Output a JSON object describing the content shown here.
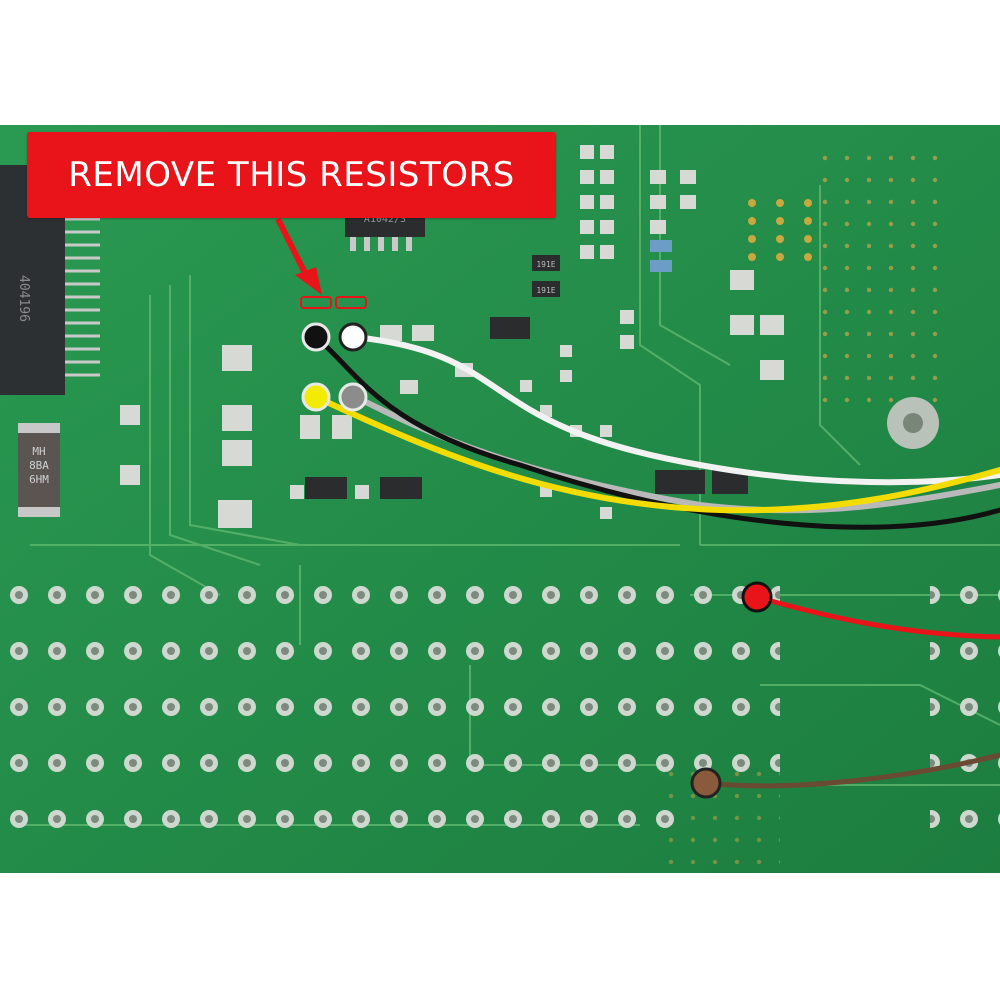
{
  "callout": {
    "text": "REMOVE THIS RESISTORS",
    "color": "#e8141a"
  },
  "chips": {
    "main_ic": "404196",
    "top_ic": "A1042/3",
    "mid_left": "191E",
    "mid_right": "191E",
    "diode_line1": "MH",
    "diode_line2": "8BA",
    "diode_line3": "6HM"
  },
  "wire_colors": {
    "black": "#111111",
    "white": "#f2f2f2",
    "yellow": "#f4dc00",
    "gray": "#8c8c8c",
    "red": "#e8141a",
    "brown": "#8a5a3c"
  },
  "board_color": "#1f8a46"
}
